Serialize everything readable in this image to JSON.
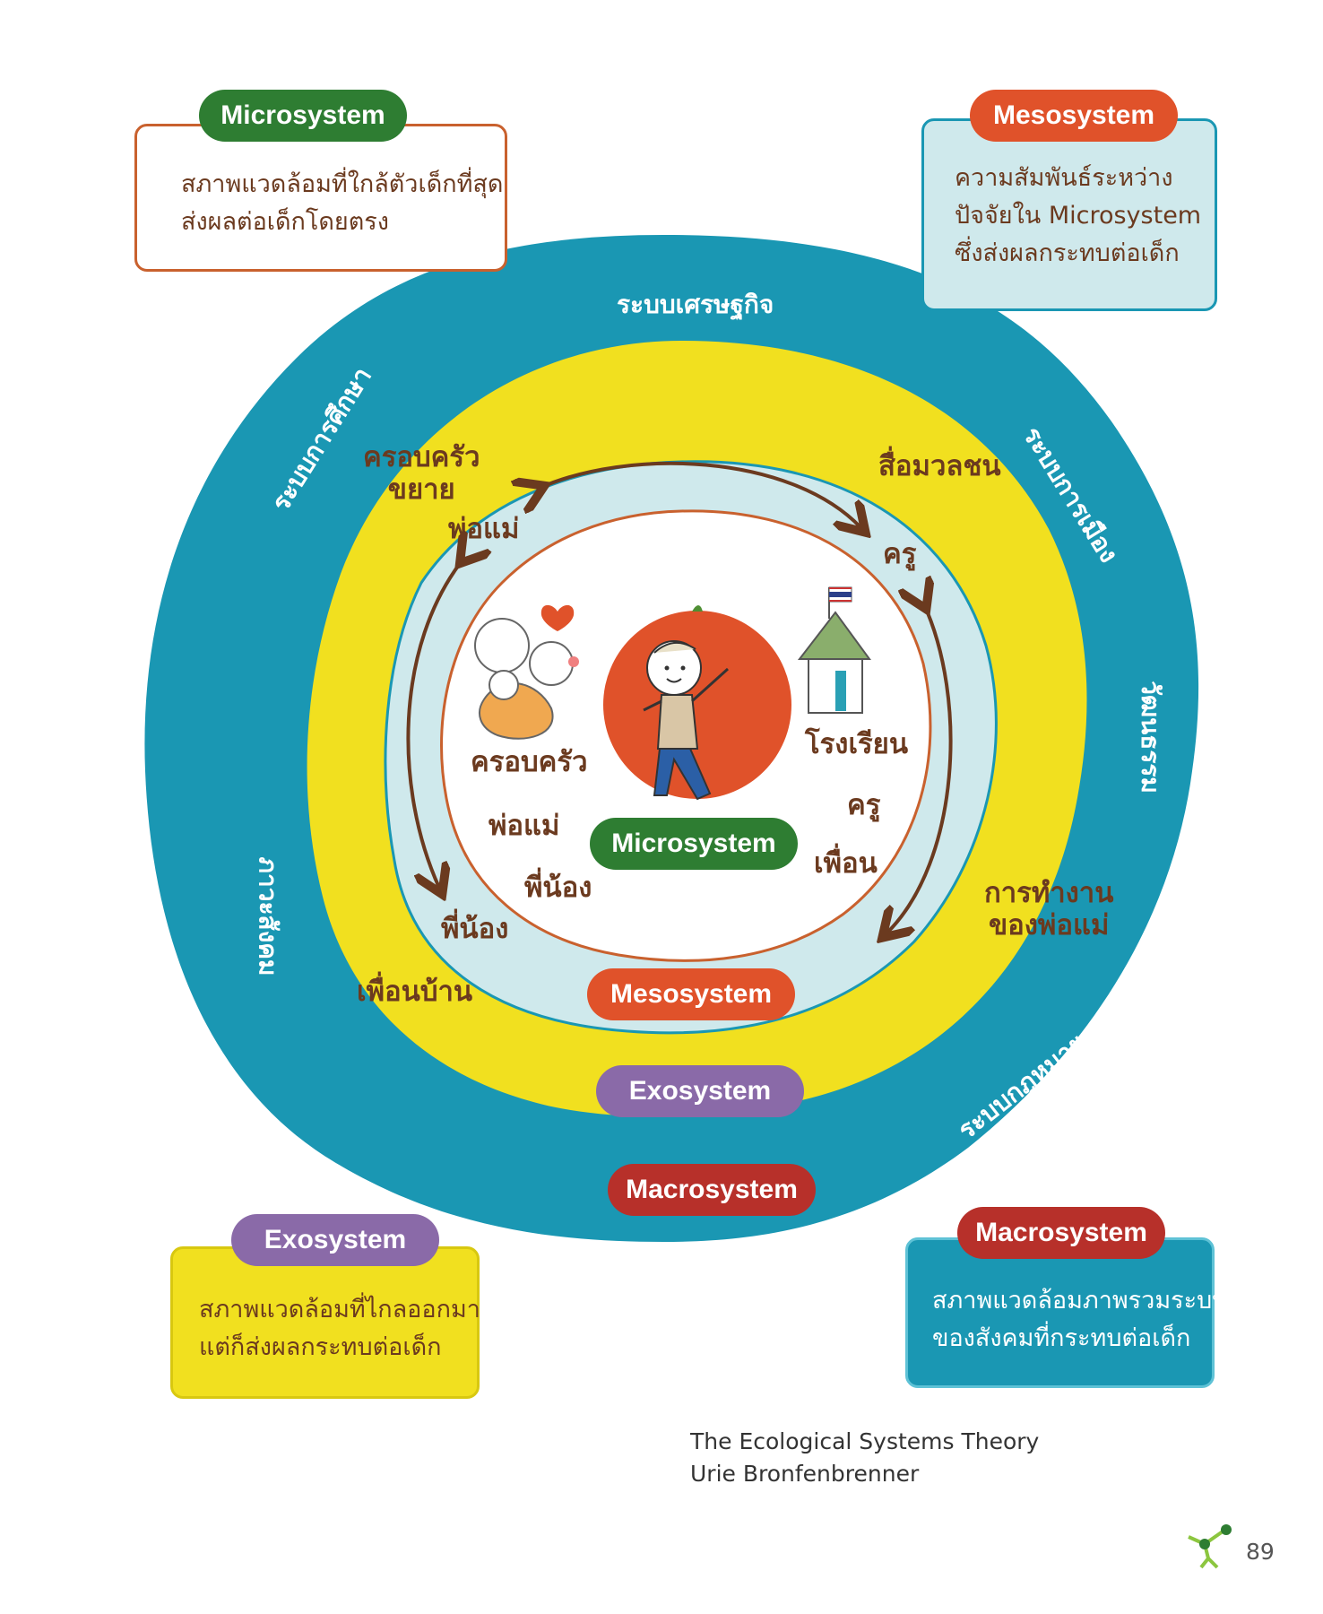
{
  "colors": {
    "microsystem": "#2e7d32",
    "mesosystem": "#e0522a",
    "exosystem": "#8a6aa8",
    "macrosystem": "#b7302a",
    "outer_ring": "#1a97b3",
    "yellow_ring": "#f1e01f",
    "light_ring": "#cfe9ec",
    "label_brown": "#6b3a1f"
  },
  "cards": {
    "microsystem": {
      "title": "Microsystem",
      "text": "สภาพแวดล้อมที่ใกล้ตัวเด็กที่สุด\nส่งผลต่อเด็กโดยตรง"
    },
    "mesosystem": {
      "title": "Mesosystem",
      "text": "ความสัมพันธ์ระหว่าง\nปัจจัยใน Microsystem\nซึ่งส่งผลกระทบต่อเด็ก"
    },
    "exosystem": {
      "title": "Exosystem",
      "text": "สภาพแวดล้อมที่ไกลออกมา\nแต่ก็ส่งผลกระทบต่อเด็ก"
    },
    "macrosystem": {
      "title": "Macrosystem",
      "text": "สภาพแวดล้อมภาพรวมระบบ\nของสังคมที่กระทบต่อเด็ก"
    }
  },
  "outer_ring_labels": {
    "economy": "ระบบเศรษฐกิจ",
    "education": "ระบบการศึกษา",
    "politics": "ระบบการเมือง",
    "culture": "วัฒนธรรม",
    "society": "ภาวะสังคม",
    "law": "ระบบกฎหมาย"
  },
  "exo_labels": {
    "extended_family": "ครอบครัว\nขยาย",
    "mass_media": "สื่อมวลชน",
    "parents_work": "การทำงาน\nของพ่อแม่",
    "neighbors": "เพื่อนบ้าน"
  },
  "meso_labels": {
    "parents": "พ่อแม่",
    "teacher": "ครู",
    "siblings": "พี่น้อง"
  },
  "micro_labels": {
    "family": "ครอบครัว",
    "parents": "พ่อแม่",
    "siblings": "พี่น้อง",
    "school": "โรงเรียน",
    "teacher": "ครู",
    "friends": "เพื่อน"
  },
  "ring_pills": {
    "microsystem": "Microsystem",
    "mesosystem": "Mesosystem",
    "exosystem": "Exosystem",
    "macrosystem": "Macrosystem"
  },
  "caption": {
    "line1": "The Ecological Systems Theory",
    "line2": "Urie Bronfenbrenner"
  },
  "page_number": "89"
}
